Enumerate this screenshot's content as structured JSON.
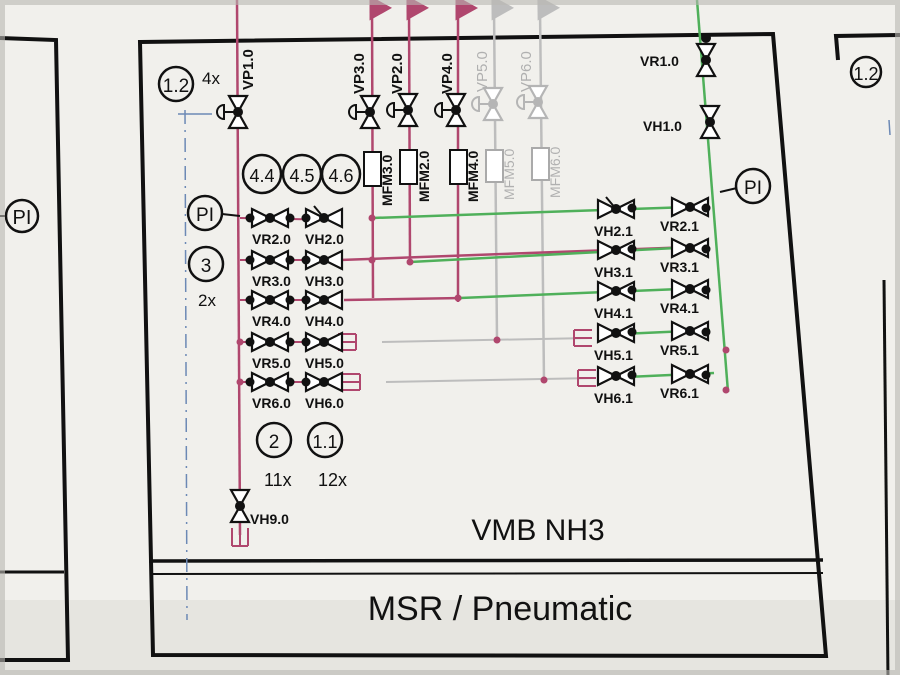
{
  "labels": {
    "vp1": "VP1.0",
    "vp3": "VP3.0",
    "vp2": "VP2.0",
    "vp4": "VP4.0",
    "vp5": "VP5.0",
    "vp6": "VP6.0",
    "mfm3": "MFM3.0",
    "mfm2": "MFM2.0",
    "mfm4": "MFM4.0",
    "mfm5": "MFM5.0",
    "mfm6": "MFM6.0",
    "vr1": "VR1.0",
    "vh1": "VH1.0",
    "vh9": "VH9.0",
    "count_4x": "4x",
    "count_2x": "2x",
    "count_11x": "11x",
    "count_12x": "12x",
    "pi": "PI",
    "left_col_vr": [
      "VR2.0",
      "VR3.0",
      "VR4.0",
      "VR5.0",
      "VR6.0"
    ],
    "left_col_vh": [
      "VH2.0",
      "VH3.0",
      "VH4.0",
      "VH5.0",
      "VH6.0"
    ],
    "right_col_vh": [
      "VH2.1",
      "VH3.1",
      "VH4.1",
      "VH5.1",
      "VH6.1"
    ],
    "right_col_vr": [
      "VR2.1",
      "VR3.1",
      "VR4.1",
      "VR5.1",
      "VR6.1"
    ]
  },
  "circles": {
    "c12": "1.2",
    "c3": "3",
    "c44": "4.4",
    "c45": "4.5",
    "c46": "4.6",
    "c2": "2",
    "c11": "1.1",
    "c12_right": "1.2"
  },
  "titles": {
    "panel": "VMB NH3",
    "footer": "MSR / Pneumatic"
  },
  "colors": {
    "magenta": "#b0476e",
    "green": "#4fb05a",
    "grey": "#a9a9a9",
    "ink": "#111111",
    "paper": "#f3f2ee"
  }
}
